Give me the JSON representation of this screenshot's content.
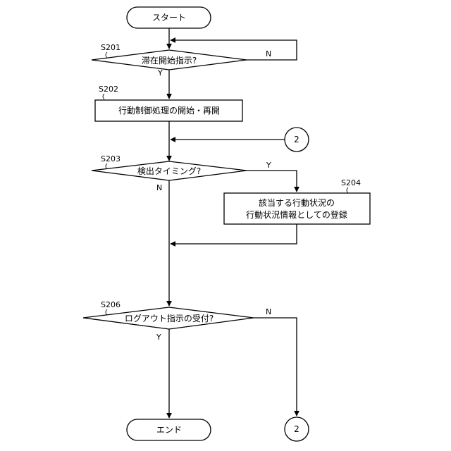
{
  "nodes": {
    "start": "スタート",
    "d201": "滞在開始指示?",
    "p202": "行動制御処理の開始・再開",
    "d203": "検出タイミング?",
    "p204": [
      "該当する行動状況の",
      "行動状況情報としての登録"
    ],
    "d206": "ログアウト指示の受付?",
    "end": "エンド",
    "connector_top": "2",
    "connector_bottom": "2"
  },
  "steps": {
    "s201": "S201",
    "s202": "S202",
    "s203": "S203",
    "s204": "S204",
    "s206": "S206"
  },
  "branches": {
    "d201_yes": "Y",
    "d201_no": "N",
    "d203_yes": "Y",
    "d203_no": "N",
    "d206_yes": "Y",
    "d206_no": "N"
  }
}
